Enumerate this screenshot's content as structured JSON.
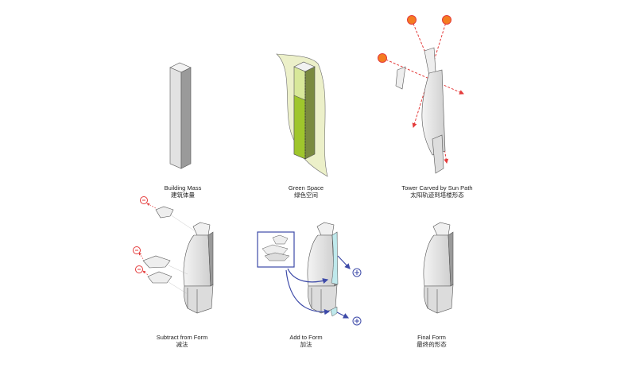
{
  "panels": [
    {
      "title_en": "Building Mass",
      "title_zh": "建筑体量"
    },
    {
      "title_en": "Green Space",
      "title_zh": "绿色空间"
    },
    {
      "title_en": "Tower Carved by Sun Path",
      "title_zh": "太阳轨迹到塔楼形态"
    },
    {
      "title_en": "Subtract from Form",
      "title_zh": "减法"
    },
    {
      "title_en": "Add to Form",
      "title_zh": "加法"
    },
    {
      "title_en": "Final Form",
      "title_zh": "最终的形态"
    }
  ],
  "colors": {
    "green": "#9fc62c",
    "sun": "#f47c20",
    "red": "#e43b3b",
    "blue": "#3d4aa8",
    "cyan": "#bfe9ec"
  }
}
